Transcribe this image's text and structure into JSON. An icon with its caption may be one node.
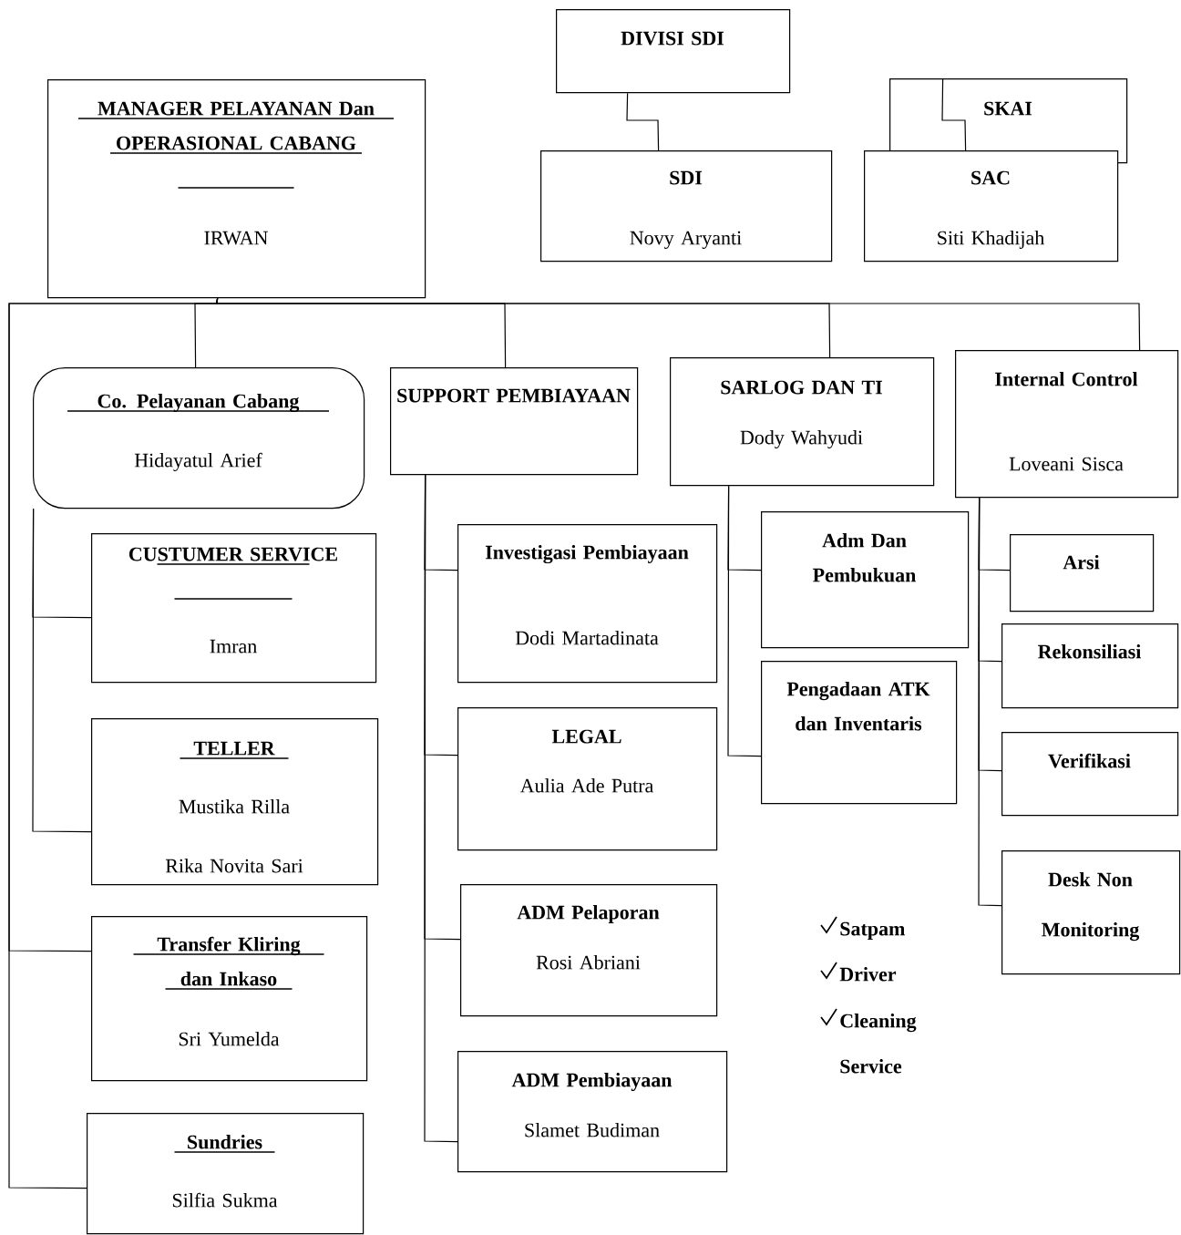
{
  "diagram": {
    "nodes": [
      {
        "text": [
          "MANAGER PELAYANAN Dan OPERASIONAL CABANG",
          "IRWAN"
        ]
      },
      {
        "text": [
          "DIVISI SDI"
        ]
      },
      {
        "text": [
          "SKAI"
        ]
      },
      {
        "text": [
          "SDI",
          "Novy Aryanti"
        ]
      },
      {
        "text": [
          "SAC",
          "Siti Khadijah"
        ]
      },
      {
        "text": [
          "Co. Pelayanan Cabang",
          "Hidayatul Arief"
        ]
      },
      {
        "text": [
          "SUPPORT PEMBIAYAAN"
        ]
      },
      {
        "text": [
          "SARLOG DAN TI",
          "Dody Wahyudi"
        ]
      },
      {
        "text": [
          "Internal Control",
          "Loveani Sisca"
        ]
      },
      {
        "text": [
          "CUSTUMER SERVICE",
          "Imran"
        ]
      },
      {
        "text": [
          "TELLER",
          "Mustika Rilla",
          "Rika Novita Sari"
        ]
      },
      {
        "text": [
          "Investigasi Pembiayaan",
          "Dodi Martadinata"
        ]
      },
      {
        "text": [
          "Adm Dan Pembukuan"
        ]
      },
      {
        "text": [
          "Arsi"
        ]
      },
      {
        "text": [
          "Rekonsiliasi"
        ]
      },
      {
        "text": [
          "LEGAL",
          "Aulia Ade Putra"
        ]
      },
      {
        "text": [
          "Pengadaan ATK dan Inventaris"
        ]
      },
      {
        "text": [
          "Verifikasi"
        ]
      },
      {
        "text": [
          "ADM Pelaporan",
          "Rosi Abriani"
        ]
      },
      {
        "text": [
          "Desk Non Monitoring"
        ]
      },
      {
        "text": [
          "Transfer Kliring dan Inkaso",
          "Sri Yumelda"
        ]
      },
      {
        "text": [
          "ADM Pembiayaan",
          "Slamet Budiman"
        ]
      },
      {
        "text": [
          "Sundries",
          "Silfia Sukma"
        ]
      }
    ],
    "edges": [
      {
        "from": 0,
        "to": 5,
        "arrow": "none"
      },
      {
        "from": 0,
        "to": 6,
        "arrow": "none"
      },
      {
        "from": 0,
        "to": 7,
        "arrow": "none"
      },
      {
        "from": 0,
        "to": 8,
        "arrow": "none"
      },
      {
        "from": 0,
        "to": 20,
        "arrow": "none"
      },
      {
        "from": 0,
        "to": 22,
        "arrow": "none"
      },
      {
        "from": 1,
        "to": 3,
        "arrow": "none"
      },
      {
        "from": 2,
        "to": 4,
        "arrow": "none"
      },
      {
        "from": 5,
        "to": 9,
        "arrow": "none"
      },
      {
        "from": 5,
        "to": 10,
        "arrow": "none"
      },
      {
        "from": 6,
        "to": 11,
        "arrow": "none"
      },
      {
        "from": 6,
        "to": 15,
        "arrow": "none"
      },
      {
        "from": 6,
        "to": 18,
        "arrow": "none"
      },
      {
        "from": 6,
        "to": 21,
        "arrow": "none"
      },
      {
        "from": 7,
        "to": 12,
        "arrow": "none"
      },
      {
        "from": 7,
        "to": 16,
        "arrow": "none"
      },
      {
        "from": 8,
        "to": 13,
        "arrow": "none"
      },
      {
        "from": 8,
        "to": 14,
        "arrow": "none"
      },
      {
        "from": 8,
        "to": 17,
        "arrow": "none"
      },
      {
        "from": 8,
        "to": 19,
        "arrow": "none"
      }
    ],
    "labels": [
      "Satpam",
      "Driver",
      "Cleaning Service"
    ]
  }
}
